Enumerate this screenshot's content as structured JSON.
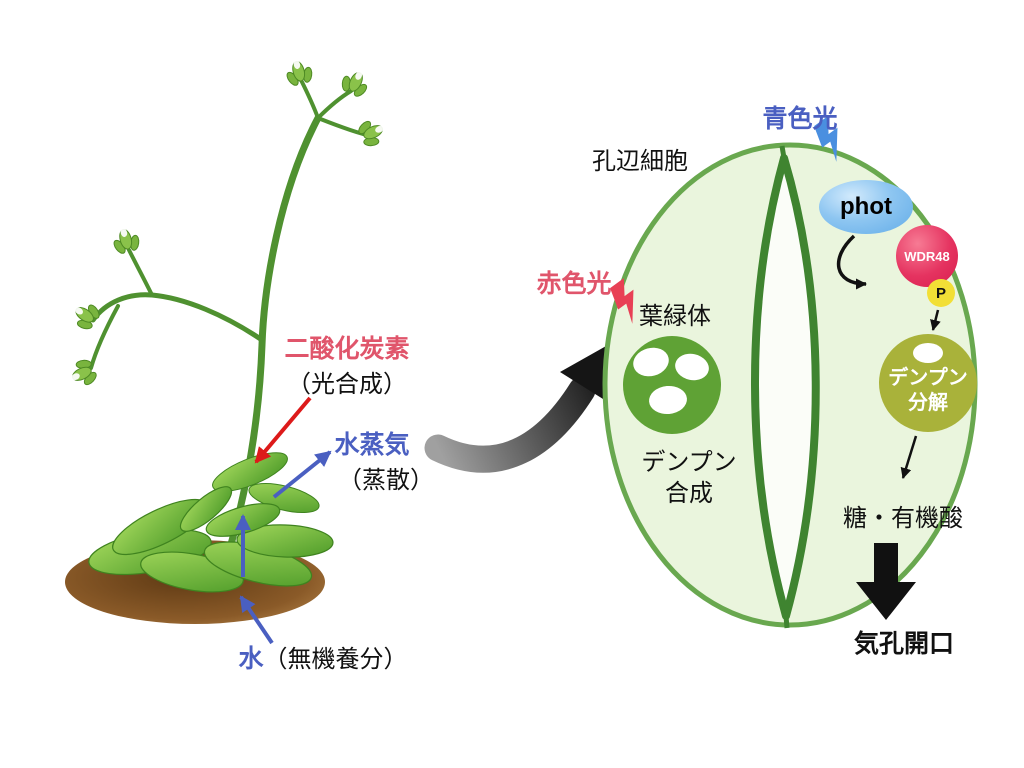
{
  "left_panel": {
    "co2": "二酸化炭素",
    "photosynthesis": "（光合成）",
    "water_vapor": "水蒸気",
    "transpiration": "（蒸散）",
    "water": "水",
    "inorganic_nutrients": "（無機養分）"
  },
  "right_panel": {
    "guard_cell": "孔辺細胞",
    "blue_light": "青色光",
    "phot": "phot",
    "wdr48": "WDR48",
    "phosphorylation": "P",
    "red_light": "赤色光",
    "chloroplast": "葉緑体",
    "starch_synthesis": [
      "デンプン",
      "合成"
    ],
    "starch_degradation": [
      "デンプン",
      "分解"
    ],
    "sugar_organic_acids": "糖・有機酸",
    "stomatal_opening": "気孔開口"
  },
  "colors": {
    "red_label": "#e0556b",
    "blue_label": "#4a5fc1",
    "red_arrow": "#dd1a1a",
    "blue_arrow": "#4a5fc1",
    "blue_bolt": "#4a8fe0",
    "red_bolt": "#e84055",
    "phot_fill": "#7ab9ec",
    "wdr48_fill": "#e2295b",
    "p_fill": "#f2df36",
    "starch_degradation_fill": "#a9b23a",
    "chloroplast_fill": "#5fa235",
    "guard_cell_fill": "#eaf5dd",
    "guard_cell_border": "#69a84f",
    "pore_border": "#3f8430",
    "soil_brown": "#8a5a28"
  }
}
